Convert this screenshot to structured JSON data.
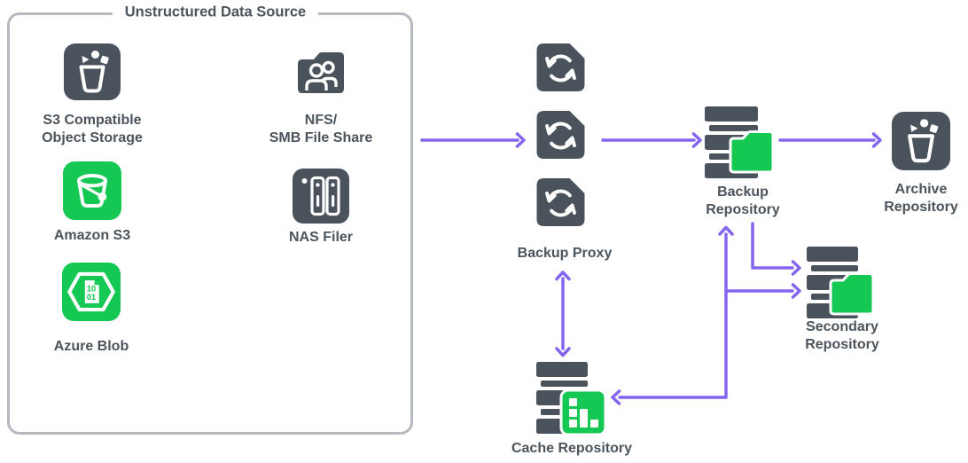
{
  "colors": {
    "accent_purple": "#8565ef",
    "dark_slate": "#4a535b",
    "green": "#14c853",
    "box_border": "#b5bac0",
    "label_text": "#4b545c",
    "background": "#ffffff"
  },
  "source_box": {
    "label": "Unstructured Data Source",
    "nodes": {
      "s3_compatible": {
        "icon": "bucket-objects-icon",
        "lines": [
          "S3 Compatible",
          "Object Storage"
        ]
      },
      "nfs_smb": {
        "icon": "folder-users-icon",
        "lines": [
          "NFS/",
          "SMB File Share"
        ]
      },
      "amazon_s3": {
        "icon": "s3-bucket-icon",
        "lines": [
          "Amazon S3"
        ]
      },
      "nas_filer": {
        "icon": "nas-device-icon",
        "lines": [
          "NAS Filer"
        ]
      },
      "azure_blob": {
        "icon": "hexagon-binary-doc-icon",
        "lines": [
          "Azure Blob"
        ],
        "doc_text": {
          "line1": "10",
          "line2": "01"
        }
      }
    }
  },
  "nodes": {
    "backup_proxy": {
      "icon": "sync-arrows-icon",
      "instance_count": 3,
      "lines": [
        "Backup Proxy"
      ]
    },
    "backup_repository": {
      "icon": "storage-stack-folder-icon",
      "lines": [
        "Backup",
        "Repository"
      ]
    },
    "archive_repository": {
      "icon": "bucket-objects-icon",
      "lines": [
        "Archive",
        "Repository"
      ]
    },
    "secondary_repository": {
      "icon": "storage-stack-folder-icon",
      "lines": [
        "Secondary",
        "Repository"
      ]
    },
    "cache_repository": {
      "icon": "storage-stack-blocks-icon",
      "lines": [
        "Cache Repository"
      ]
    }
  },
  "connections": [
    {
      "from": "unstructured-data-source",
      "to": "backup-proxy",
      "direction": "one-way"
    },
    {
      "from": "backup-proxy",
      "to": "backup-repository",
      "direction": "one-way"
    },
    {
      "from": "backup-repository",
      "to": "archive-repository",
      "direction": "one-way"
    },
    {
      "from": "backup-proxy",
      "to": "cache-repository",
      "direction": "two-way"
    },
    {
      "from": "backup-repository",
      "to": "secondary-repository",
      "direction": "one-way"
    },
    {
      "from": "cache-repository",
      "to": "backup-repository-and-secondary-repository",
      "direction": "branched"
    }
  ]
}
